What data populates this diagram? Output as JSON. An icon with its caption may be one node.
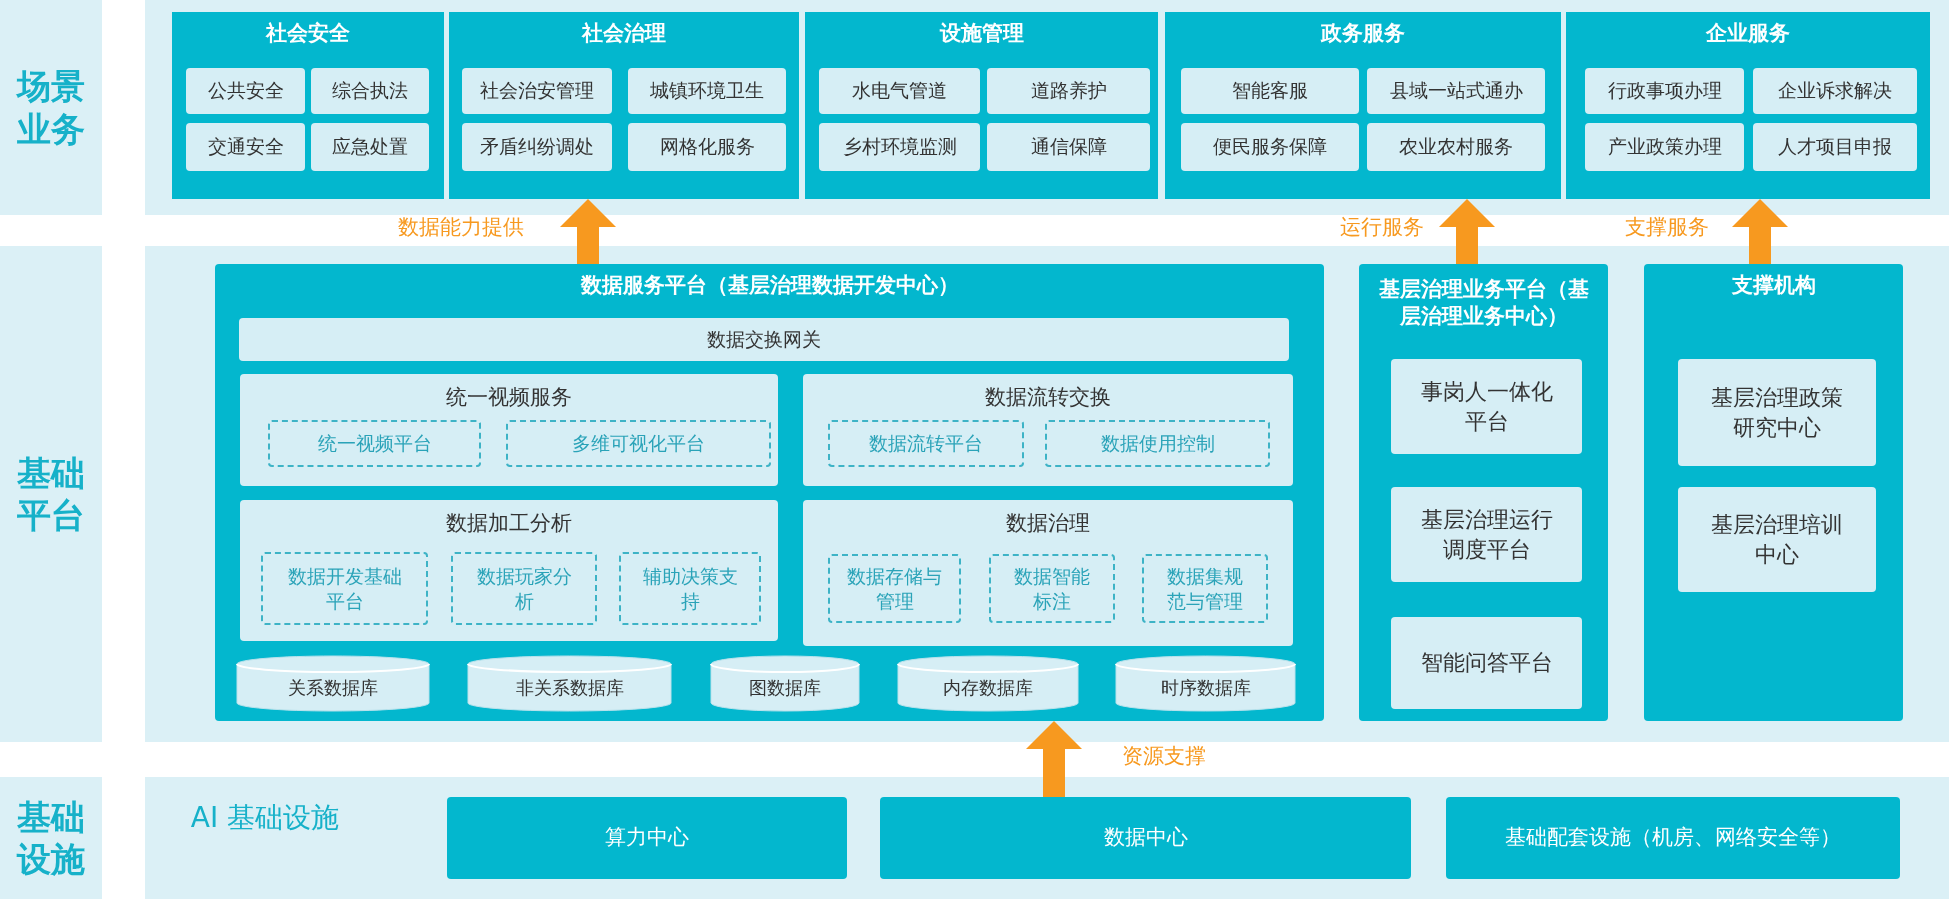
{
  "diagram": {
    "nodes": [
      {
        "text": [
          "场景业务"
        ]
      },
      {
        "text": [
          "社会安全"
        ]
      },
      {
        "text": [
          "公共安全"
        ],
        "in": 1
      },
      {
        "text": [
          "综合执法"
        ],
        "in": 1
      },
      {
        "text": [
          "交通安全"
        ],
        "in": 1
      },
      {
        "text": [
          "应急处置"
        ],
        "in": 1
      },
      {
        "text": [
          "社会治理"
        ]
      },
      {
        "text": [
          "社会治安管理"
        ],
        "in": 6
      },
      {
        "text": [
          "城镇环境卫生"
        ],
        "in": 6
      },
      {
        "text": [
          "矛盾纠纷调处"
        ],
        "in": 6
      },
      {
        "text": [
          "网格化服务"
        ],
        "in": 6
      },
      {
        "text": [
          "设施管理"
        ]
      },
      {
        "text": [
          "水电气管道"
        ],
        "in": 11
      },
      {
        "text": [
          "道路养护"
        ],
        "in": 11
      },
      {
        "text": [
          "乡村环境监测"
        ],
        "in": 11
      },
      {
        "text": [
          "通信保障"
        ],
        "in": 11
      },
      {
        "text": [
          "政务服务"
        ]
      },
      {
        "text": [
          "智能客服"
        ],
        "in": 16
      },
      {
        "text": [
          "县域一站式通办"
        ],
        "in": 16
      },
      {
        "text": [
          "便民服务保障"
        ],
        "in": 16
      },
      {
        "text": [
          "农业农村服务"
        ],
        "in": 16
      },
      {
        "text": [
          "企业服务"
        ]
      },
      {
        "text": [
          "行政事项办理"
        ],
        "in": 21
      },
      {
        "text": [
          "企业诉求解决"
        ],
        "in": 21
      },
      {
        "text": [
          "产业政策办理"
        ],
        "in": 21
      },
      {
        "text": [
          "人才项目申报"
        ],
        "in": 21
      },
      {
        "text": [
          "基础平台"
        ]
      },
      {
        "text": [
          "数据服务平台（基层治理数据开发中心）"
        ]
      },
      {
        "text": [
          "数据交换网关"
        ],
        "in": 27
      },
      {
        "text": [
          "统一视频服务"
        ],
        "in": 27
      },
      {
        "text": [
          "统一视频平台"
        ],
        "in": 29
      },
      {
        "text": [
          "多维可视化平台"
        ],
        "in": 29
      },
      {
        "text": [
          "数据流转交换"
        ],
        "in": 27
      },
      {
        "text": [
          "数据流转平台"
        ],
        "in": 32
      },
      {
        "text": [
          "数据使用控制"
        ],
        "in": 32
      },
      {
        "text": [
          "数据加工分析"
        ],
        "in": 27
      },
      {
        "text": [
          "数据开发基础平台"
        ],
        "in": 35
      },
      {
        "text": [
          "数据玩家分析"
        ],
        "in": 35
      },
      {
        "text": [
          "辅助决策支持"
        ],
        "in": 35
      },
      {
        "text": [
          "数据治理"
        ],
        "in": 27
      },
      {
        "text": [
          "数据存储与管理"
        ],
        "in": 39
      },
      {
        "text": [
          "数据智能标注"
        ],
        "in": 39
      },
      {
        "text": [
          "数据集规范与管理"
        ],
        "in": 39
      },
      {
        "text": [
          "关系数据库"
        ],
        "in": 27
      },
      {
        "text": [
          "非关系数据库"
        ],
        "in": 27
      },
      {
        "text": [
          "图数据库"
        ],
        "in": 27
      },
      {
        "text": [
          "内存数据库"
        ],
        "in": 27
      },
      {
        "text": [
          "时序数据库"
        ],
        "in": 27
      },
      {
        "text": [
          "基层治理业务平台（基层治理业务中心）"
        ]
      },
      {
        "text": [
          "事岗人一体化平台"
        ],
        "in": 48
      },
      {
        "text": [
          "基层治理运行调度平台"
        ],
        "in": 48
      },
      {
        "text": [
          "智能问答平台"
        ],
        "in": 48
      },
      {
        "text": [
          "支撑机构"
        ]
      },
      {
        "text": [
          "基层治理政策研究中心"
        ],
        "in": 52
      },
      {
        "text": [
          "基层治理培训中心"
        ],
        "in": 52
      },
      {
        "text": [
          "基础设施"
        ]
      },
      {
        "text": [
          "算力中心"
        ]
      },
      {
        "text": [
          "数据中心"
        ]
      },
      {
        "text": [
          "基础配套设施（机房、网络安全等）"
        ]
      }
    ],
    "edges": [
      {
        "from": 27,
        "to": 6,
        "arrow": "to",
        "label": "数据能力提供"
      },
      {
        "from": 48,
        "to": 16,
        "arrow": "to",
        "label": "运行服务"
      },
      {
        "from": 52,
        "to": 21,
        "arrow": "to",
        "label": "支撑服务"
      },
      {
        "from": 57,
        "to": 27,
        "arrow": "to",
        "label": "资源支撑"
      }
    ],
    "labels": [
      "AI 基础设施"
    ]
  }
}
